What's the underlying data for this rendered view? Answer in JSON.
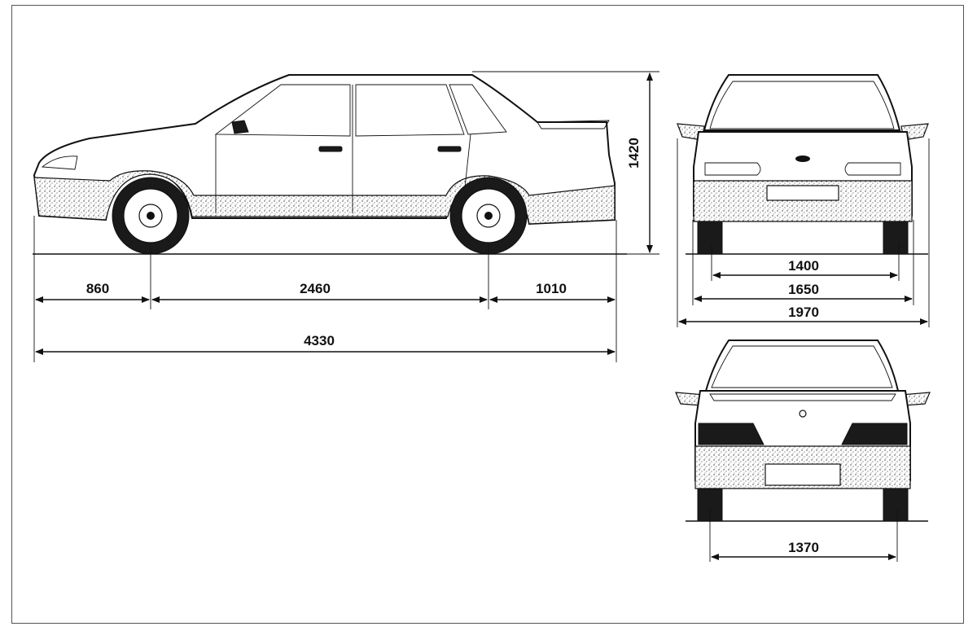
{
  "dimensions": {
    "front_overhang": "860",
    "wheelbase": "2460",
    "rear_overhang": "1010",
    "overall_length": "4330",
    "height": "1420",
    "front_track": "1400",
    "body_width": "1650",
    "width_with_mirrors": "1970",
    "rear_track": "1370"
  }
}
